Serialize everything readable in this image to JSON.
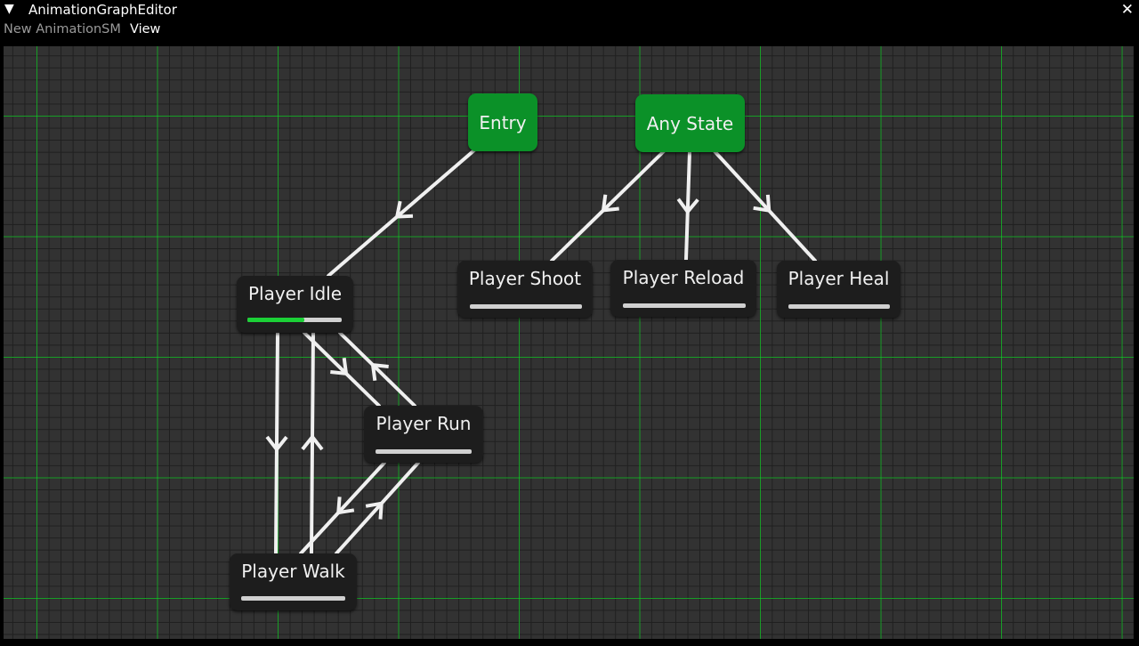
{
  "window": {
    "title": "AnimationGraphEditor",
    "collapse_icon": "triangle-down-icon",
    "close_icon": "close-icon"
  },
  "menu": {
    "new_label": "New AnimationSM",
    "view_label": "View"
  },
  "graph": {
    "colors": {
      "canvas": "#323232",
      "major_grid": "#14c828",
      "special_state": "#0b9128",
      "state": "#1d1d1d",
      "progress_active": "#1bd036",
      "progress_track": "#d0d0d0",
      "edge": "#f0f0f0"
    },
    "states": {
      "entry": {
        "label": "Entry"
      },
      "any_state": {
        "label": "Any State"
      },
      "player_idle": {
        "label": "Player Idle",
        "progress": 0.6
      },
      "player_shoot": {
        "label": "Player Shoot",
        "progress": 0
      },
      "player_reload": {
        "label": "Player Reload",
        "progress": 0
      },
      "player_heal": {
        "label": "Player Heal",
        "progress": 0
      },
      "player_run": {
        "label": "Player Run",
        "progress": 0
      },
      "player_walk": {
        "label": "Player Walk",
        "progress": 0
      }
    },
    "transitions": [
      {
        "from": "Entry",
        "to": "Player Idle"
      },
      {
        "from": "Any State",
        "to": "Player Shoot"
      },
      {
        "from": "Any State",
        "to": "Player Reload"
      },
      {
        "from": "Any State",
        "to": "Player Heal"
      },
      {
        "from": "Player Idle",
        "to": "Player Walk"
      },
      {
        "from": "Player Walk",
        "to": "Player Idle"
      },
      {
        "from": "Player Idle",
        "to": "Player Run"
      },
      {
        "from": "Player Run",
        "to": "Player Idle"
      },
      {
        "from": "Player Run",
        "to": "Player Walk"
      },
      {
        "from": "Player Walk",
        "to": "Player Run"
      }
    ]
  }
}
